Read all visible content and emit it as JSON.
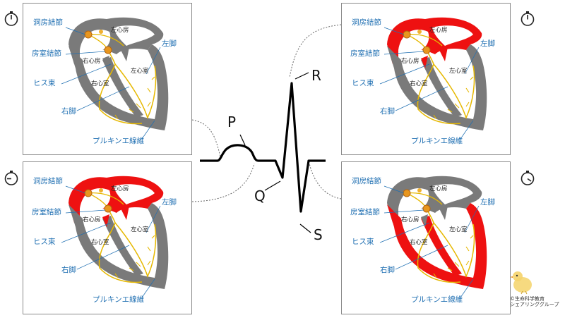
{
  "labels": {
    "sa_node": "洞房結節",
    "av_node": "房室結節",
    "his_bundle": "ヒス束",
    "right_branch": "右脚",
    "left_branch": "左脚",
    "purkinje": "プルキンエ線維",
    "left_atrium": "左心房",
    "right_atrium": "右心房",
    "left_ventricle": "左心室",
    "right_ventricle": "右心室"
  },
  "ecg": {
    "p": "P",
    "q": "Q",
    "r": "R",
    "s": "S"
  },
  "credit": {
    "line1": "©生命科学教育",
    "line2": "シェアリンググループ"
  },
  "panels": [
    {
      "id": "p1",
      "red_atria": false,
      "red_ventricles": false
    },
    {
      "id": "p2",
      "red_atria": true,
      "red_ventricles": false
    },
    {
      "id": "p3",
      "red_atria": true,
      "red_ventricles": false
    },
    {
      "id": "p4",
      "red_atria": false,
      "red_ventricles": true
    }
  ],
  "colors": {
    "inactive": "#7a7a7a",
    "active": "#ee1111",
    "conduction": "#e6b800",
    "label": "#1f6fb2"
  },
  "icons": [
    "stopwatch-icon",
    "chick-mascot-icon"
  ]
}
